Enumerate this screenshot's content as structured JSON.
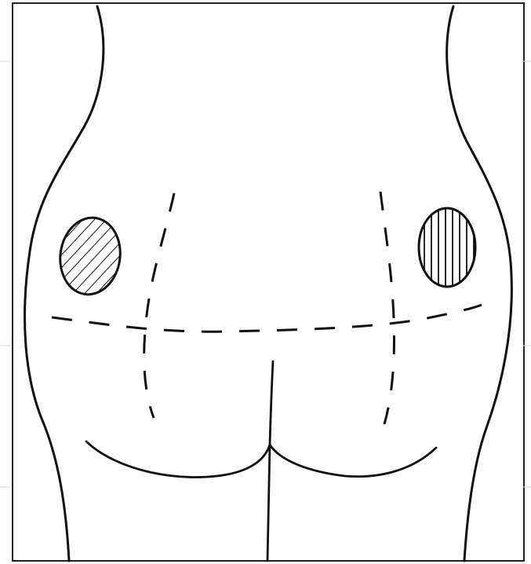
{
  "diagram": {
    "subject": "posterior-buttocks-outline",
    "colors": {
      "background": "#ffffff",
      "ink": "#111111",
      "frame": "#222222",
      "grid_tick": "#cfd8e3"
    },
    "regions": [
      {
        "id": "left-injection-site",
        "fill": "diagonal-hatching"
      },
      {
        "id": "right-injection-site",
        "fill": "vertical-hatching"
      }
    ],
    "guides": [
      {
        "id": "horizontal-quadrant-line",
        "style": "dashed"
      },
      {
        "id": "left-vertical-quadrant-line",
        "style": "dashed"
      },
      {
        "id": "right-vertical-quadrant-line",
        "style": "dashed"
      }
    ]
  }
}
